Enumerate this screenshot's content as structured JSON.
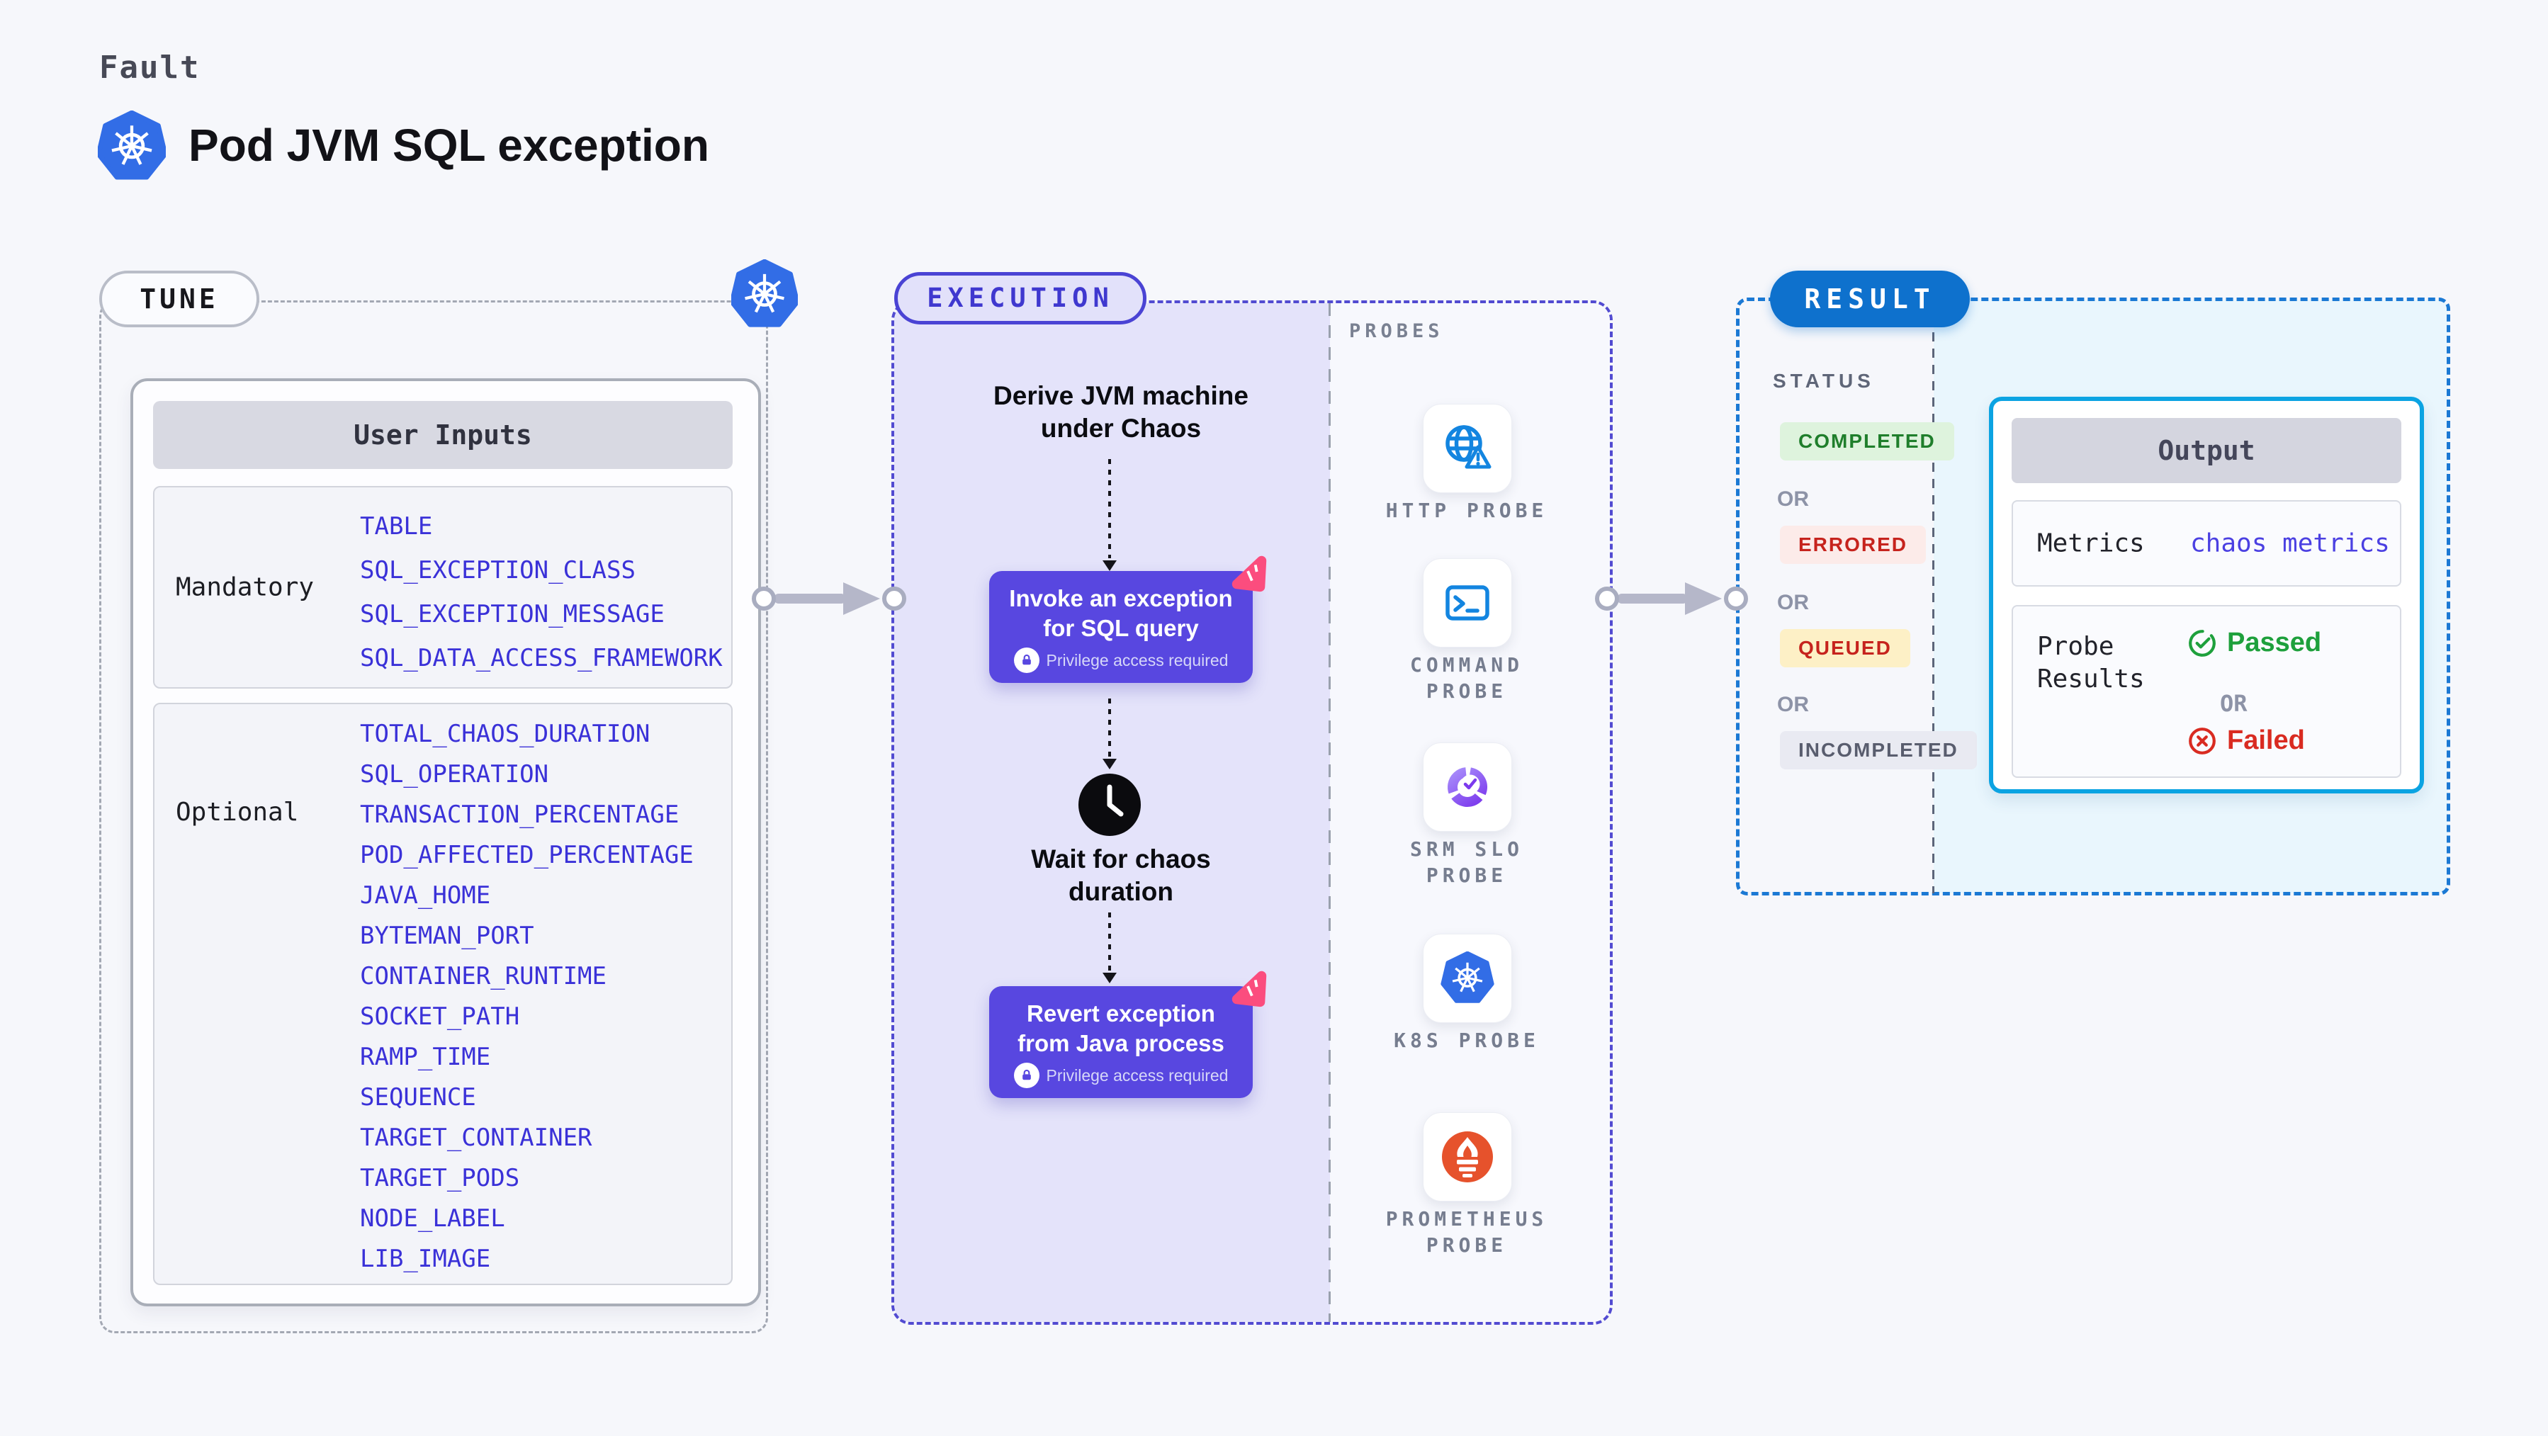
{
  "header": {
    "kicker": "Fault",
    "title": "Pod JVM SQL exception"
  },
  "tune": {
    "badge": "TUNE",
    "table_title": "User Inputs",
    "mandatory": {
      "label": "Mandatory",
      "params": [
        "TABLE",
        "SQL_EXCEPTION_CLASS",
        "SQL_EXCEPTION_MESSAGE",
        "SQL_DATA_ACCESS_FRAMEWORK"
      ]
    },
    "optional": {
      "label": "Optional",
      "params": [
        "TOTAL_CHAOS_DURATION",
        "SQL_OPERATION",
        "TRANSACTION_PERCENTAGE",
        "POD_AFFECTED_PERCENTAGE",
        "JAVA_HOME",
        "BYTEMAN_PORT",
        "CONTAINER_RUNTIME",
        "SOCKET_PATH",
        "RAMP_TIME",
        "SEQUENCE",
        "TARGET_CONTAINER",
        "TARGET_PODS",
        "NODE_LABEL",
        "LIB_IMAGE"
      ]
    }
  },
  "execution": {
    "badge": "EXECUTION",
    "steps": {
      "derive": "Derive JVM machine\nunder Chaos",
      "invoke": "Invoke an exception\nfor SQL query",
      "wait": "Wait for chaos\nduration",
      "revert": "Revert exception\nfrom Java process"
    },
    "privilege_note": "Privilege access required"
  },
  "probes": {
    "label": "PROBES",
    "items": [
      {
        "name": "http",
        "label": "HTTP PROBE"
      },
      {
        "name": "command",
        "label": "COMMAND\nPROBE"
      },
      {
        "name": "srm-slo",
        "label": "SRM SLO\nPROBE"
      },
      {
        "name": "k8s",
        "label": "K8S PROBE"
      },
      {
        "name": "prometheus",
        "label": "PROMETHEUS\nPROBE"
      }
    ]
  },
  "result": {
    "badge": "RESULT",
    "status_label": "STATUS",
    "or_label": "OR",
    "statuses": [
      {
        "label": "COMPLETED",
        "type": "completed"
      },
      {
        "label": "ERRORED",
        "type": "errored"
      },
      {
        "label": "QUEUED",
        "type": "queued"
      },
      {
        "label": "INCOMPLETED",
        "type": "incompleted"
      }
    ],
    "output": {
      "title": "Output",
      "metrics_label": "Metrics",
      "metrics_value": "chaos metrics",
      "probe_results_label": "Probe\nResults",
      "passed": "Passed",
      "failed": "Failed"
    }
  },
  "colors": {
    "accent_indigo": "#4a43d4",
    "node_purple": "#5847e0",
    "param_blue": "#3a31d8",
    "result_blue": "#0e71cd",
    "output_border_cyan": "#0ba3e2",
    "passed_green": "#1ea03c",
    "failed_red": "#d92b21",
    "chaos_pink": "#fb4d7e",
    "k8s_blue": "#326de6",
    "prometheus_orange": "#e6522c",
    "completed_green": "#1f7e2b",
    "queued_yellow_bg": "#fdf0c6"
  }
}
